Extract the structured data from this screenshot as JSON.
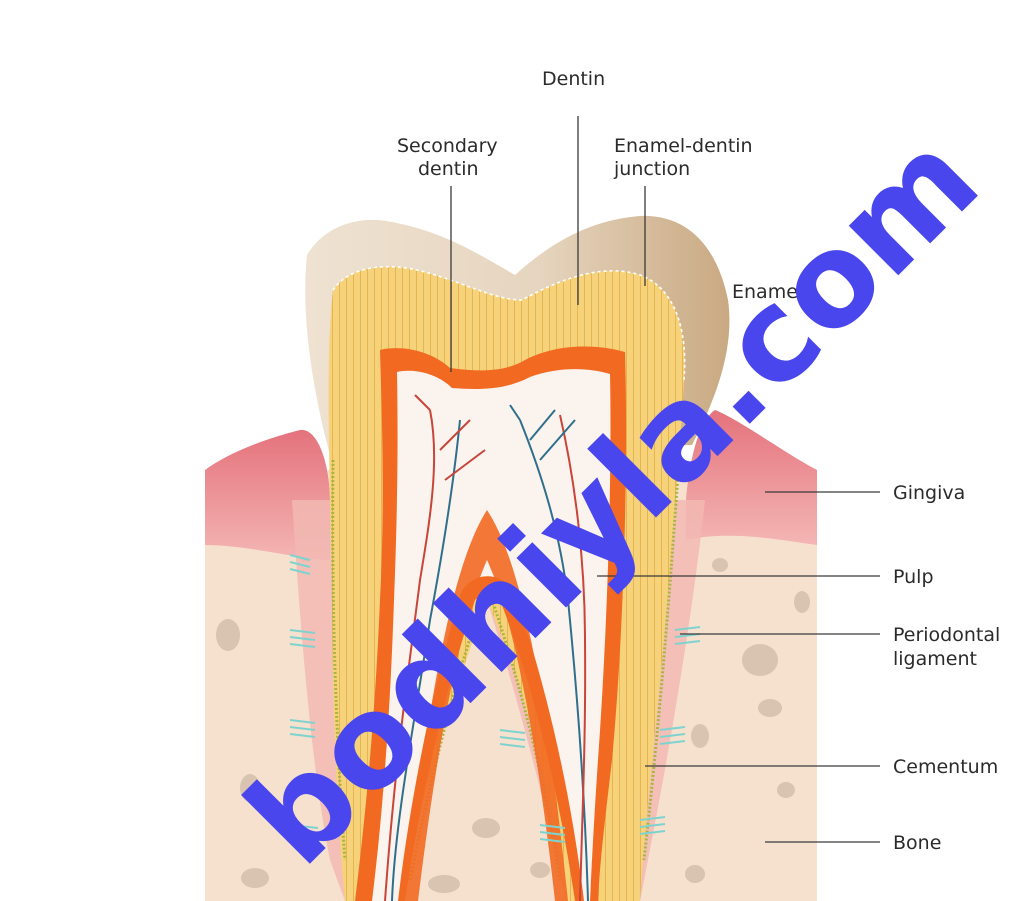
{
  "labels": {
    "dentin": "Dentin",
    "secondary_dentin_line1": "Secondary",
    "secondary_dentin_line2": "dentin",
    "edj_line1": "Enamel-dentin",
    "edj_line2": "junction",
    "enamel": "Enamel",
    "gingiva": "Gingiva",
    "pulp": "Pulp",
    "periodontal_line1": "Periodontal",
    "periodontal_line2": "ligament",
    "cementum": "Cementum",
    "bone": "Bone"
  },
  "watermark": "bodhiyla.com",
  "colors": {
    "enamel": "#e2d3c0",
    "dentin": "#f6d27a",
    "secondary_dentin": "#f26a22",
    "pulp": "#faf3ee",
    "gingiva": "#e9828a",
    "bone": "#f6e1cf",
    "cementum": "#a8b53e",
    "ligament": "#7fd3cf",
    "watermark": "#4a46ee"
  }
}
